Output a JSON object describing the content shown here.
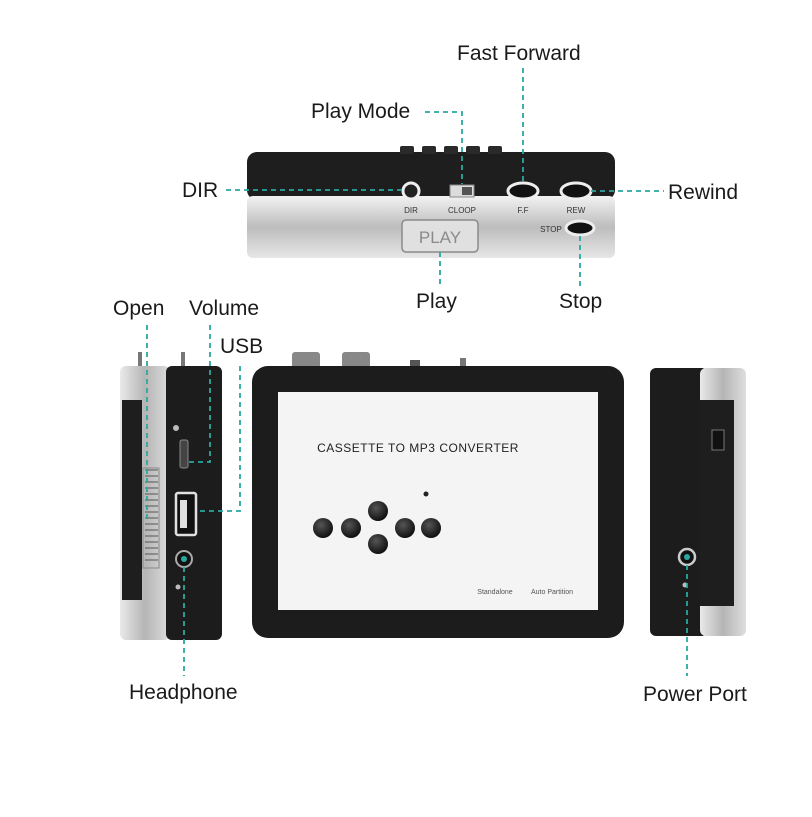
{
  "labels": {
    "fast_forward": "Fast Forward",
    "play_mode": "Play Mode",
    "dir": "DIR",
    "rewind": "Rewind",
    "play": "Play",
    "stop": "Stop",
    "open": "Open",
    "volume": "Volume",
    "usb": "USB",
    "headphone": "Headphone",
    "power_port": "Power Port"
  },
  "device_top": {
    "play_button": "PLAY",
    "stop_text": "STOP",
    "mini_labels": [
      "DIR",
      "CLOOP",
      "F.F",
      "REW"
    ]
  },
  "device_front": {
    "title": "CASSETTE TO MP3 CONVERTER",
    "standalone": "Standalone",
    "auto_partition": "Auto Partition"
  },
  "colors": {
    "callout_line": "#2aa8a0",
    "body_dark": "#1c1c1c",
    "silver": "#c9c9c9",
    "panel": "#f4f4f4"
  }
}
